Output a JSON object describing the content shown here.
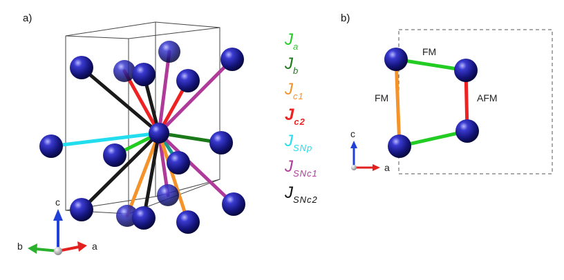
{
  "panels": {
    "a_label": "a)",
    "b_label": "b)"
  },
  "legend": [
    {
      "main": "J",
      "sub": "a",
      "color": "#22cc22",
      "bold": false
    },
    {
      "main": "J",
      "sub": "b",
      "color": "#1a7a1a",
      "bold": false
    },
    {
      "main": "J",
      "sub": "c1",
      "color": "#f5922a",
      "bold": false
    },
    {
      "main": "J",
      "sub": "c2",
      "color": "#ee2222",
      "bold": true
    },
    {
      "main": "J",
      "sub": "SNp",
      "color": "#22ddee",
      "bold": false
    },
    {
      "main": "J",
      "sub": "SNc1",
      "color": "#b03a9a",
      "bold": false
    },
    {
      "main": "J",
      "sub": "SNc2",
      "color": "#111111",
      "bold": false
    }
  ],
  "axes_a": {
    "c": "c",
    "a": "a",
    "b": "b"
  },
  "axes_b": {
    "c": "c",
    "a": "a"
  },
  "panel_b_labels": {
    "top": "FM",
    "left": "FM",
    "right": "AFM"
  },
  "colors": {
    "atom": "#1a1a8c",
    "a_axis": "#e32020",
    "b_axis": "#2ab02a",
    "c_axis": "#2040d8"
  }
}
